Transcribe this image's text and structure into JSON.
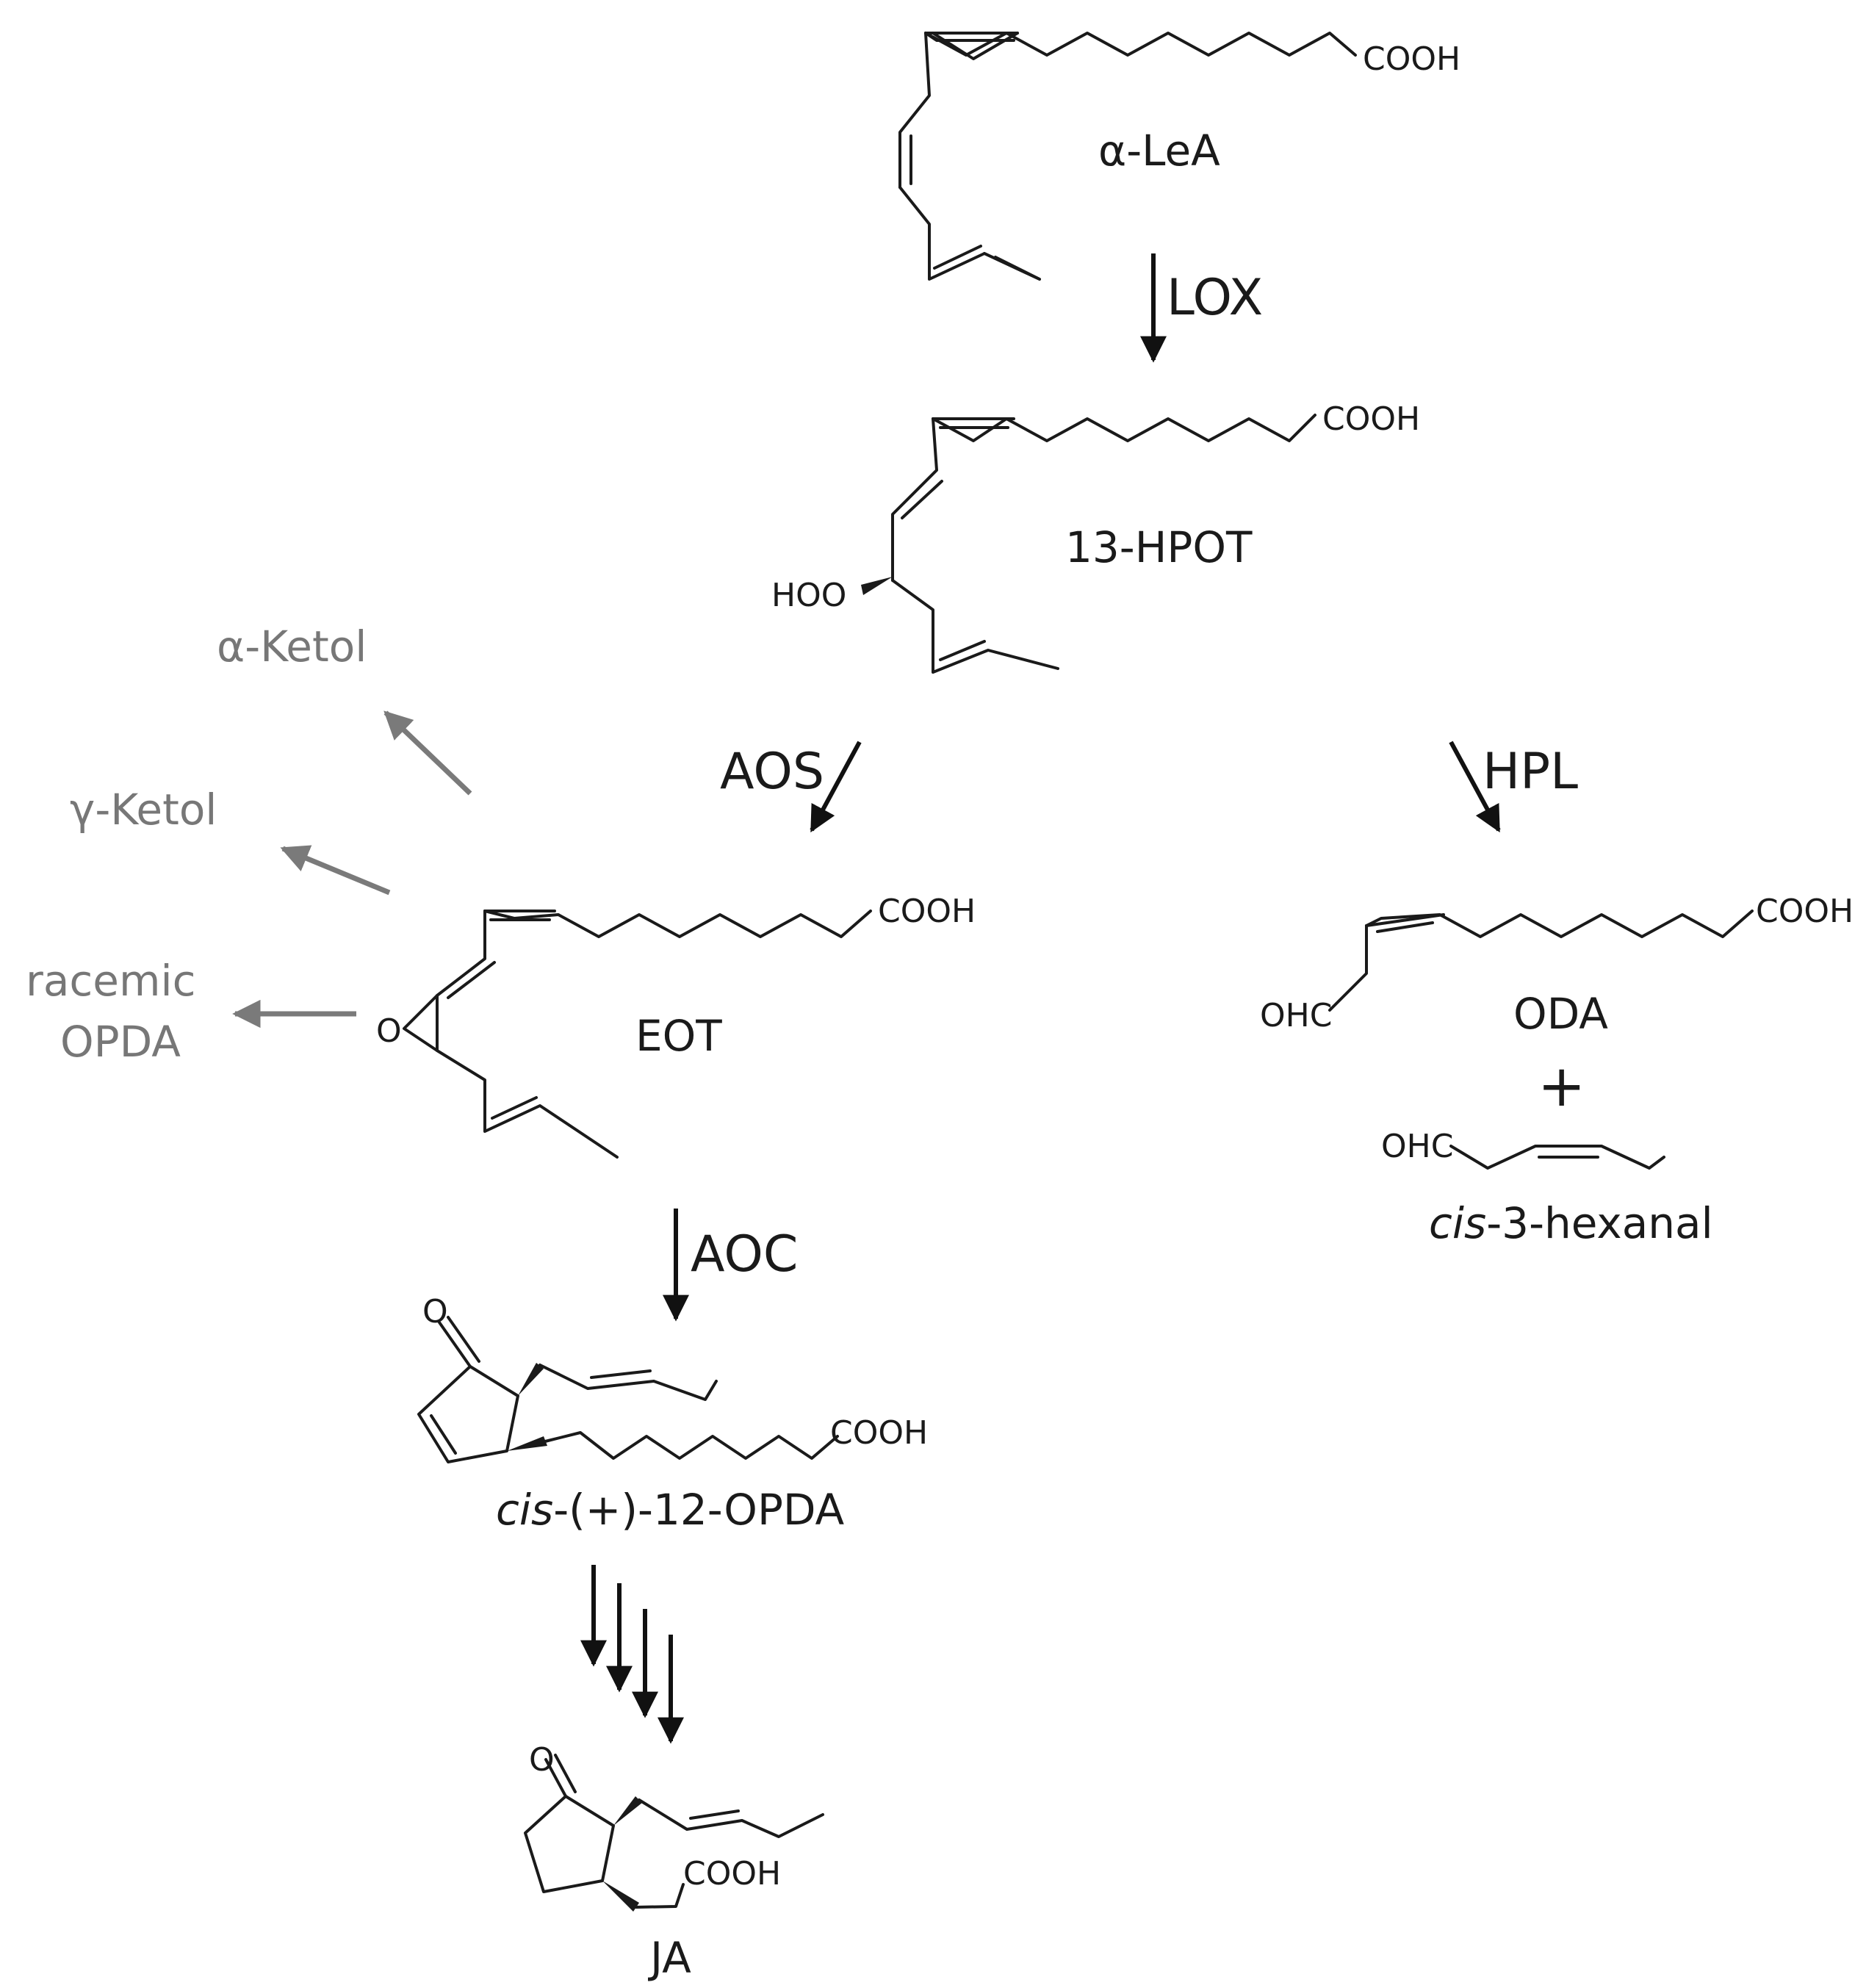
{
  "compounds": {
    "alea": "α-LeA",
    "hpot": "13-HPOT",
    "eot": "EOT",
    "oda": "ODA",
    "hexanal_prefix": "cis",
    "hexanal_suffix": "-3-hexanal",
    "opda_prefix": "cis",
    "opda_suffix": "-(+)-12-OPDA",
    "ja": "JA"
  },
  "side_products": {
    "alpha_ketol": "α-Ketol",
    "gamma_ketol": "γ-Ketol",
    "racemic": "racemic",
    "opda": "OPDA"
  },
  "enzymes": {
    "lox": "LOX",
    "aos": "AOS",
    "hpl": "HPL",
    "aoc": "AOC"
  },
  "atoms": {
    "cooh": "COOH",
    "hoo": "HOO",
    "o": "O",
    "ohc": "OHC"
  },
  "operators": {
    "plus": "+"
  },
  "colors": {
    "main": "#1a1a1a",
    "side": "#777777"
  }
}
